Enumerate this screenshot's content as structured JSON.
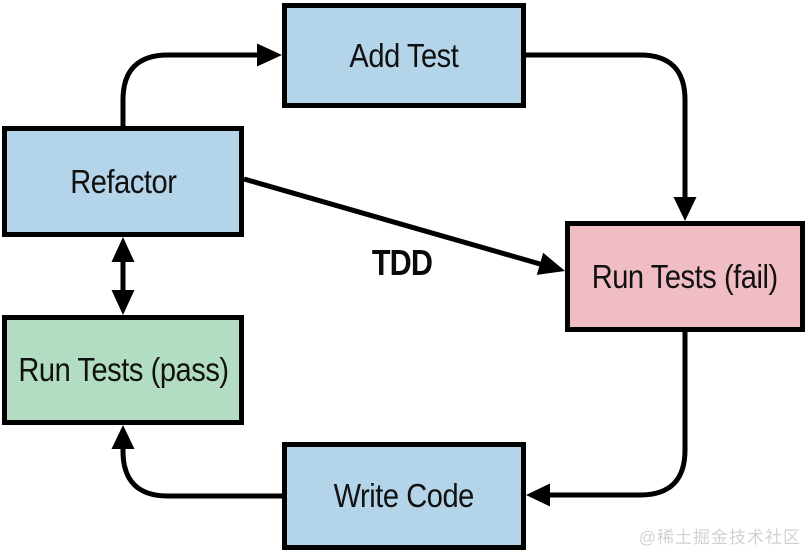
{
  "diagram": {
    "name": "TDD cycle flowchart",
    "center_label": "TDD",
    "nodes": [
      {
        "id": "add-test",
        "label": "Add Test",
        "fill": "#b4d4e9"
      },
      {
        "id": "refactor",
        "label": "Refactor",
        "fill": "#b4d4e9"
      },
      {
        "id": "run-tests-fail",
        "label": "Run Tests (fail)",
        "fill": "#f0bdc4"
      },
      {
        "id": "run-tests-pass",
        "label": "Run Tests (pass)",
        "fill": "#b2ddc3"
      },
      {
        "id": "write-code",
        "label": "Write Code",
        "fill": "#b4d4e9"
      }
    ],
    "edges": [
      {
        "from": "Refactor",
        "to": "Add Test",
        "bidirectional": false
      },
      {
        "from": "Add Test",
        "to": "Run Tests (fail)",
        "bidirectional": false
      },
      {
        "from": "Run Tests (fail)",
        "to": "Write Code",
        "bidirectional": false
      },
      {
        "from": "Write Code",
        "to": "Run Tests (pass)",
        "bidirectional": false
      },
      {
        "from": "Run Tests (pass)",
        "to": "Refactor",
        "bidirectional": true
      },
      {
        "from": "Refactor",
        "to": "Run Tests (fail)",
        "bidirectional": false,
        "label": "TDD"
      }
    ],
    "colors": {
      "node_blue": "#b4d4e9",
      "node_pink": "#f0bdc4",
      "node_green": "#b2ddc3",
      "line": "#000000",
      "background": "#ffffff"
    }
  },
  "watermark": {
    "text": "@稀土掘金技术社区"
  }
}
